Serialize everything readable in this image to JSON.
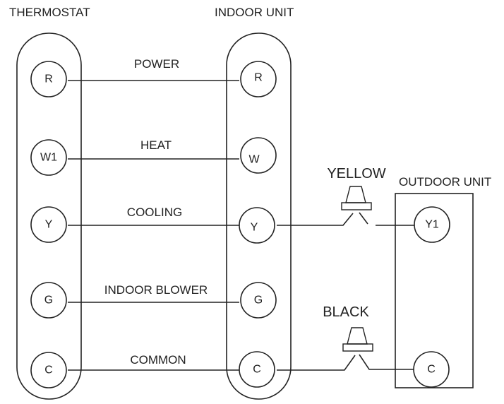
{
  "headers": {
    "thermostat": "THERMOSTAT",
    "indoor_unit": "INDOOR UNIT",
    "outdoor_unit": "OUTDOOR UNIT"
  },
  "wire_labels": {
    "power": "POWER",
    "heat": "HEAT",
    "cooling": "COOLING",
    "indoor_blower": "INDOOR BLOWER",
    "common": "COMMON"
  },
  "connectors": {
    "yellow": "YELLOW",
    "black": "BLACK"
  },
  "thermostat_terminals": [
    "R",
    "W1",
    "Y",
    "G",
    "C"
  ],
  "indoor_terminals": [
    "R",
    "W",
    "Y",
    "G",
    "C"
  ],
  "outdoor_terminals": [
    "Y1",
    "C"
  ]
}
